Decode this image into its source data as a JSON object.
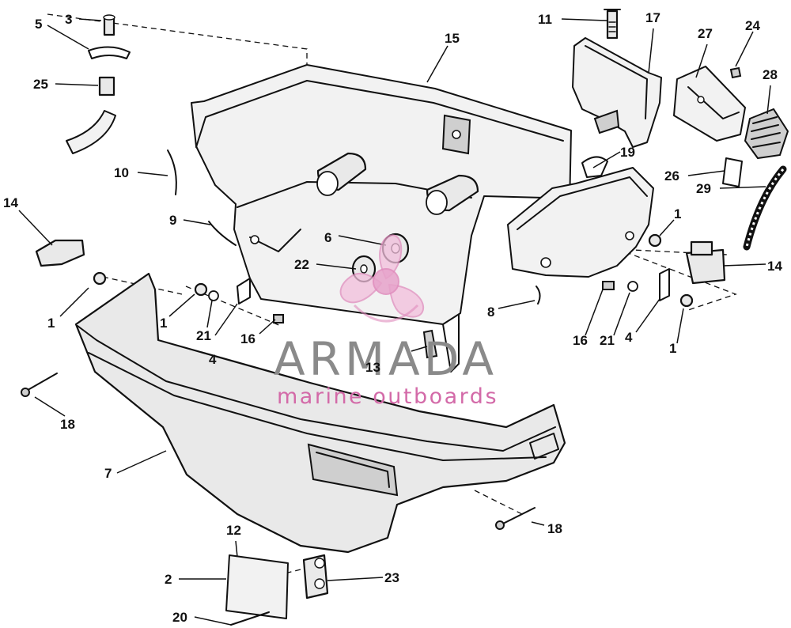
{
  "diagram": {
    "callouts": {
      "c1a": "1",
      "c1b": "1",
      "c1c": "1",
      "c1d": "1",
      "c2": "2",
      "c3": "3",
      "c4a": "4",
      "c4b": "4",
      "c5": "5",
      "c6": "6",
      "c7": "7",
      "c8": "8",
      "c9": "9",
      "c10": "10",
      "c11": "11",
      "c12": "12",
      "c13": "13",
      "c14a": "14",
      "c14b": "14",
      "c15": "15",
      "c16a": "16",
      "c16b": "16",
      "c17": "17",
      "c18a": "18",
      "c18b": "18",
      "c19": "19",
      "c20": "20",
      "c21a": "21",
      "c21b": "21",
      "c22": "22",
      "c23": "23",
      "c24": "24",
      "c25": "25",
      "c26": "26",
      "c27": "27",
      "c28": "28",
      "c29": "29"
    }
  },
  "watermark": {
    "brand": "ARMADA",
    "tagline": "marine outboards",
    "icon": "propeller-logo-icon",
    "accent_color": "#d36aa8"
  }
}
